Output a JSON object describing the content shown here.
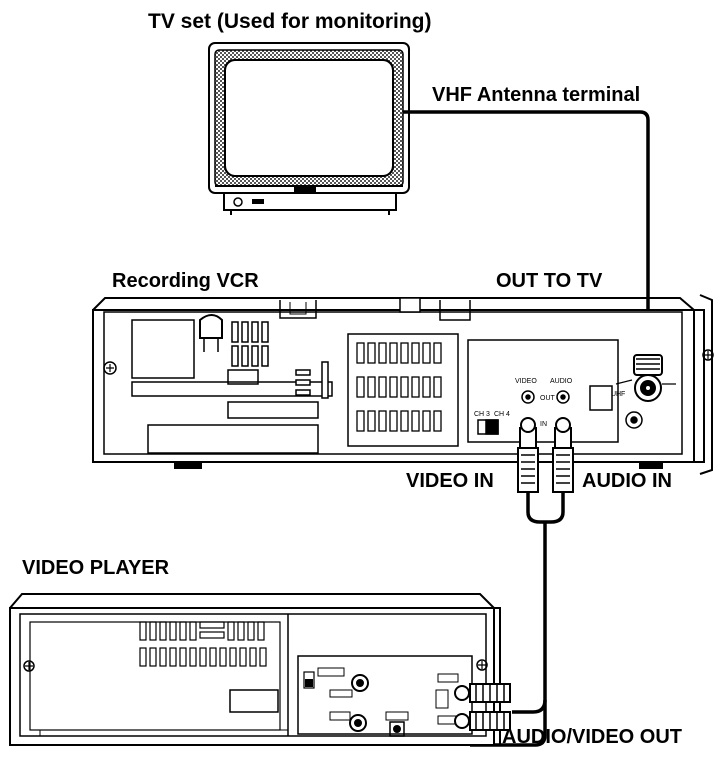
{
  "labels": {
    "tv": "TV set (Used for monitoring)",
    "vhf": "VHF Antenna terminal",
    "recording_vcr": "Recording VCR",
    "out_to_tv": "OUT TO TV",
    "video_in": "VIDEO IN",
    "audio_in": "AUDIO IN",
    "video_player": "VIDEO PLAYER",
    "av_out": "AUDIO/VIDEO OUT"
  },
  "panel_text": {
    "video": "VIDEO",
    "audio": "AUDIO",
    "out": "OUT",
    "in": "IN",
    "ch3": "CH 3",
    "ch4": "CH 4",
    "vhf_uhf": "VHF UHF"
  },
  "colors": {
    "ink": "#000000",
    "paper": "#ffffff",
    "screen_shade": "#8a8a8a"
  }
}
